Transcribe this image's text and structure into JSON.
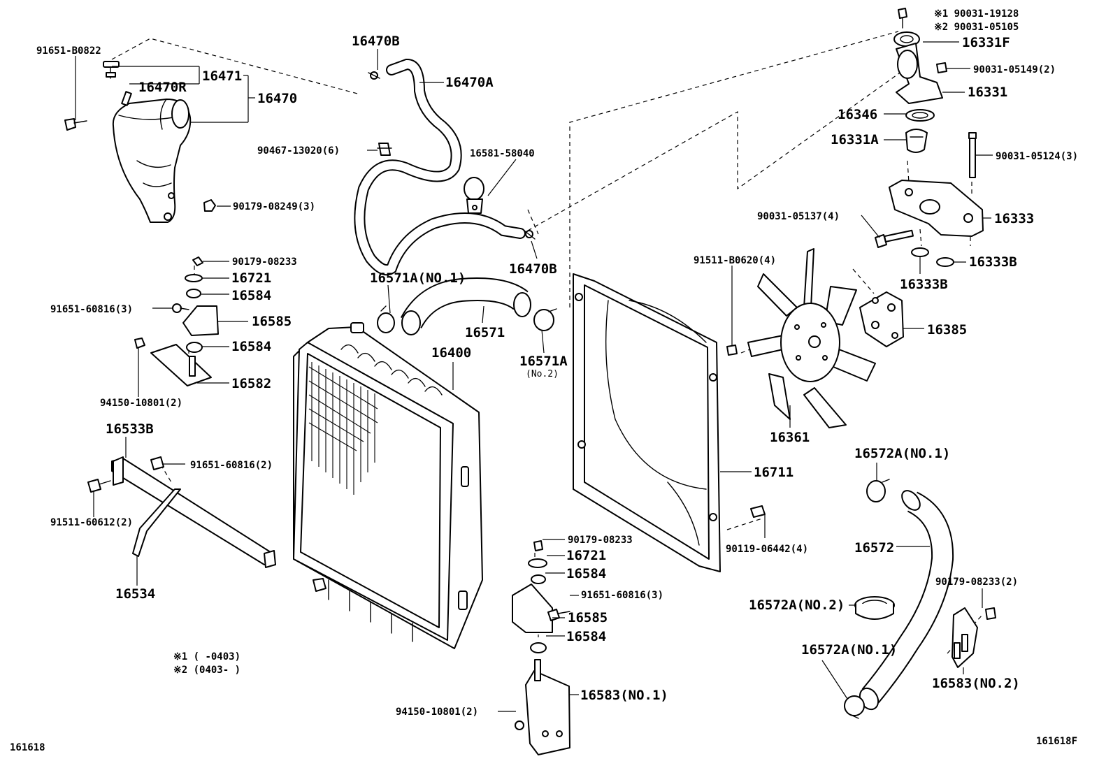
{
  "labels": {
    "p_91651_B0822": "91651-B0822",
    "p_16471": "16471",
    "p_16470R": "16470R",
    "p_16470": "16470",
    "p_90179_08249": "90179-08249(3)",
    "p_16470B_top": "16470B",
    "p_16470A": "16470A",
    "p_90467_13020": "90467-13020(6)",
    "p_16581_58040": "16581-58040",
    "p_16470B_mid": "16470B",
    "p_90179_08233_a": "90179-08233",
    "p_16721_a": "16721",
    "p_16584_a": "16584",
    "p_91651_60816_a": "91651-60816(3)",
    "p_16585_a": "16585",
    "p_16584_b": "16584",
    "p_16582": "16582",
    "p_94150_10801_a": "94150-10801(2)",
    "p_16571A_no1": "16571A(NO.1)",
    "p_16571": "16571",
    "p_16571A": "16571A",
    "p_no2": "(No.2)",
    "p_16400": "16400",
    "p_16533B": "16533B",
    "p_91651_60816_b": "91651-60816(2)",
    "p_91511_60612": "91511-60612(2)",
    "p_16534": "16534",
    "note1": "※1 (     -0403)",
    "note2": "※2 (0403-     )",
    "p_161618": "161618",
    "p_90179_08233_b": "90179-08233",
    "p_16721_b": "16721",
    "p_16584_c": "16584",
    "p_91651_60816_c": "91651-60816(3)",
    "p_16585_b": "16585",
    "p_16584_d": "16584",
    "p_16583_no1": "16583(NO.1)",
    "p_94150_10801_b": "94150-10801(2)",
    "p_16711": "16711",
    "p_90119_06442": "90119-06442(4)",
    "p_91511_B0620": "91511-B0620(4)",
    "p_16361": "16361",
    "p_16385": "16385",
    "p_90031_19128": "※1 90031-19128",
    "p_90031_05105": "※2 90031-05105",
    "p_16331F": "16331F",
    "p_90031_05149": "90031-05149(2)",
    "p_16331": "16331",
    "p_16346": "16346",
    "p_16331A": "16331A",
    "p_90031_05124": "90031-05124(3)",
    "p_90031_05137": "90031-05137(4)",
    "p_16333": "16333",
    "p_16333B_a": "16333B",
    "p_16333B_b": "16333B",
    "p_16572A_no1_a": "16572A(NO.1)",
    "p_16572": "16572",
    "p_16572A_no2": "16572A(NO.2)",
    "p_16572A_no1_b": "16572A(NO.1)",
    "p_90179_08233_c": "90179-08233(2)",
    "p_16583_no2": "16583(NO.2)",
    "p_161618F": "161618F"
  }
}
